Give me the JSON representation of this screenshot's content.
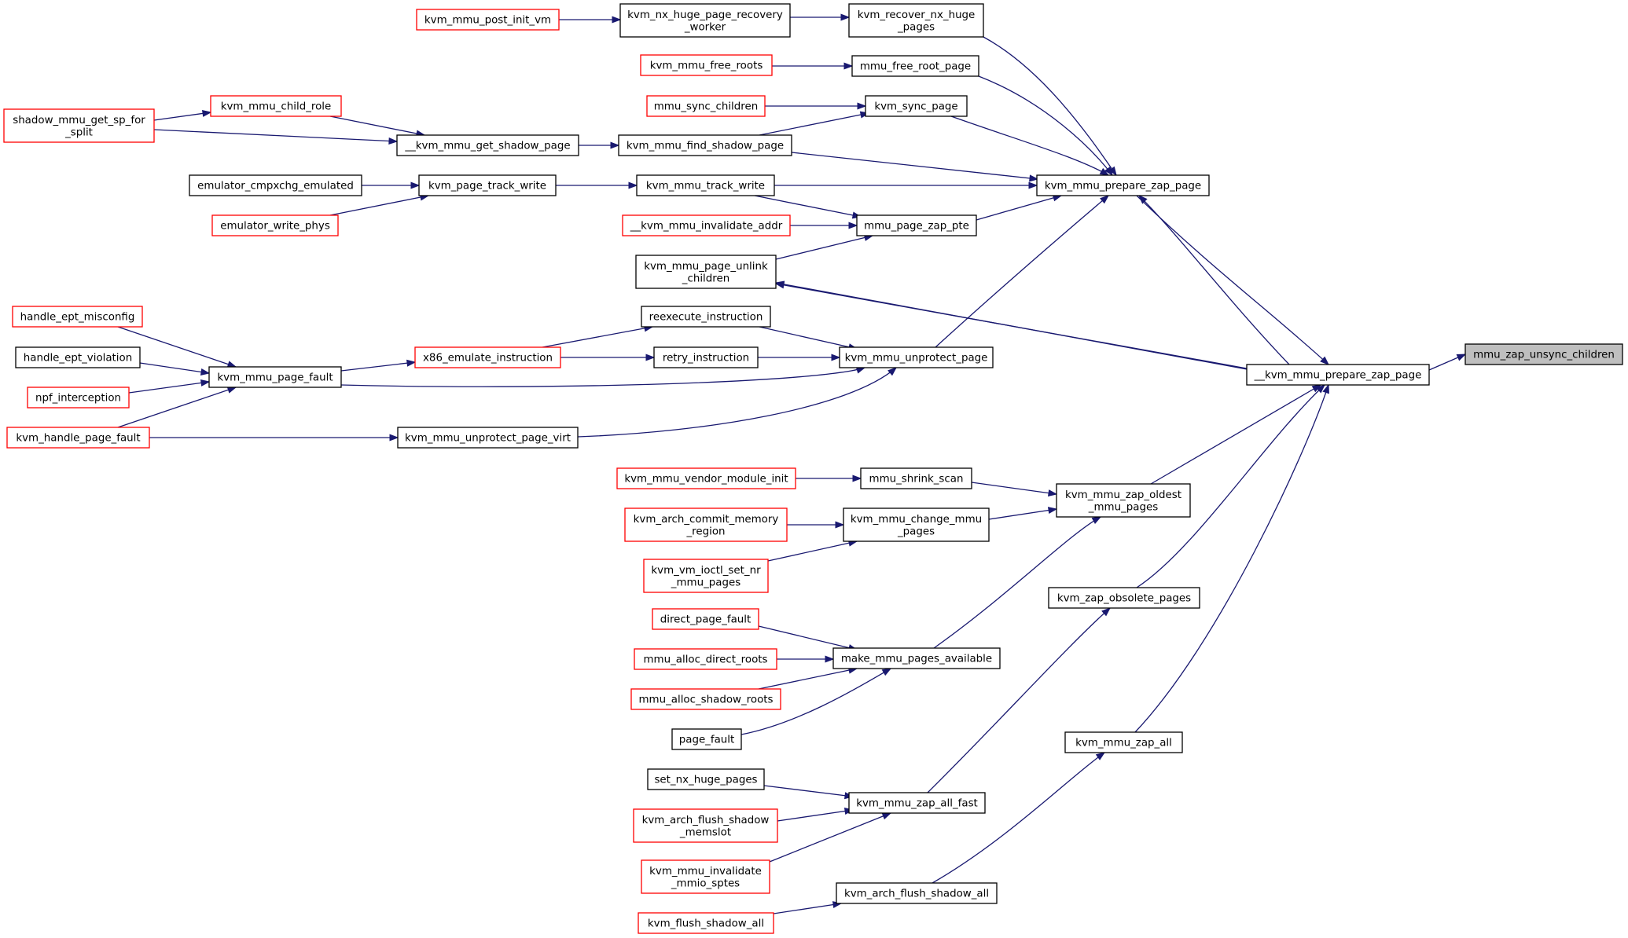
{
  "colors": {
    "edge": "#191970",
    "border_normal": "#000000",
    "border_truncated": "#ff0000",
    "root_fill": "#bfbfbf",
    "node_fill": "#ffffff"
  },
  "nodes": {
    "n_root": {
      "lines": [
        "mmu_zap_unsync_children"
      ],
      "kind": "root"
    },
    "n_prep_dunder": {
      "lines": [
        "__kvm_mmu_prepare_zap_page"
      ],
      "kind": "normal"
    },
    "n_prep": {
      "lines": [
        "kvm_mmu_prepare_zap_page"
      ],
      "kind": "normal"
    },
    "n_unlink": {
      "lines": [
        "kvm_mmu_page_unlink",
        "_children"
      ],
      "kind": "normal"
    },
    "n_zap_oldest": {
      "lines": [
        "kvm_mmu_zap_oldest",
        "_mmu_pages"
      ],
      "kind": "normal"
    },
    "n_zap_obsolete": {
      "lines": [
        "kvm_zap_obsolete_pages"
      ],
      "kind": "normal"
    },
    "n_zap_all": {
      "lines": [
        "kvm_mmu_zap_all"
      ],
      "kind": "normal"
    },
    "n_recover": {
      "lines": [
        "kvm_recover_nx_huge",
        "_pages"
      ],
      "kind": "normal"
    },
    "n_nx_worker": {
      "lines": [
        "kvm_nx_huge_page_recovery",
        "_worker"
      ],
      "kind": "normal"
    },
    "n_post_init": {
      "lines": [
        "kvm_mmu_post_init_vm"
      ],
      "kind": "truncated"
    },
    "n_free_root": {
      "lines": [
        "mmu_free_root_page"
      ],
      "kind": "normal"
    },
    "n_free_roots": {
      "lines": [
        "kvm_mmu_free_roots"
      ],
      "kind": "truncated"
    },
    "n_sync_page": {
      "lines": [
        "kvm_sync_page"
      ],
      "kind": "normal"
    },
    "n_sync_children": {
      "lines": [
        "mmu_sync_children"
      ],
      "kind": "truncated"
    },
    "n_find_shadow": {
      "lines": [
        "kvm_mmu_find_shadow_page"
      ],
      "kind": "normal"
    },
    "n_get_shadow": {
      "lines": [
        "__kvm_mmu_get_shadow_page"
      ],
      "kind": "normal"
    },
    "n_child_role": {
      "lines": [
        "kvm_mmu_child_role"
      ],
      "kind": "truncated"
    },
    "n_sp_split": {
      "lines": [
        "shadow_mmu_get_sp_for",
        "_split"
      ],
      "kind": "truncated"
    },
    "n_track_write": {
      "lines": [
        "kvm_mmu_track_write"
      ],
      "kind": "normal"
    },
    "n_pt_write": {
      "lines": [
        "kvm_page_track_write"
      ],
      "kind": "normal"
    },
    "n_cmpxchg": {
      "lines": [
        "emulator_cmpxchg_emulated"
      ],
      "kind": "normal"
    },
    "n_write_phys": {
      "lines": [
        "emulator_write_phys"
      ],
      "kind": "truncated"
    },
    "n_zap_pte": {
      "lines": [
        "mmu_page_zap_pte"
      ],
      "kind": "normal"
    },
    "n_inval_addr": {
      "lines": [
        "__kvm_mmu_invalidate_addr"
      ],
      "kind": "truncated"
    },
    "n_unprotect": {
      "lines": [
        "kvm_mmu_unprotect_page"
      ],
      "kind": "normal"
    },
    "n_reexec": {
      "lines": [
        "reexecute_instruction"
      ],
      "kind": "normal"
    },
    "n_retry": {
      "lines": [
        "retry_instruction"
      ],
      "kind": "normal"
    },
    "n_x86_emul": {
      "lines": [
        "x86_emulate_instruction"
      ],
      "kind": "truncated"
    },
    "n_page_fault": {
      "lines": [
        "kvm_mmu_page_fault"
      ],
      "kind": "normal"
    },
    "n_ept_misc": {
      "lines": [
        "handle_ept_misconfig"
      ],
      "kind": "truncated"
    },
    "n_ept_viol": {
      "lines": [
        "handle_ept_violation"
      ],
      "kind": "normal"
    },
    "n_npf": {
      "lines": [
        "npf_interception"
      ],
      "kind": "truncated"
    },
    "n_handle_pf": {
      "lines": [
        "kvm_handle_page_fault"
      ],
      "kind": "truncated"
    },
    "n_unprot_virt": {
      "lines": [
        "kvm_mmu_unprotect_page_virt"
      ],
      "kind": "normal"
    },
    "n_shrink": {
      "lines": [
        "mmu_shrink_scan"
      ],
      "kind": "normal"
    },
    "n_vendor_init": {
      "lines": [
        "kvm_mmu_vendor_module_init"
      ],
      "kind": "truncated"
    },
    "n_change_mmu": {
      "lines": [
        "kvm_mmu_change_mmu",
        "_pages"
      ],
      "kind": "normal"
    },
    "n_commit_mem": {
      "lines": [
        "kvm_arch_commit_memory",
        "_region"
      ],
      "kind": "truncated"
    },
    "n_ioctl_nr": {
      "lines": [
        "kvm_vm_ioctl_set_nr",
        "_mmu_pages"
      ],
      "kind": "truncated"
    },
    "n_make_avail": {
      "lines": [
        "make_mmu_pages_available"
      ],
      "kind": "normal"
    },
    "n_direct_pf": {
      "lines": [
        "direct_page_fault"
      ],
      "kind": "truncated"
    },
    "n_alloc_direct": {
      "lines": [
        "mmu_alloc_direct_roots"
      ],
      "kind": "truncated"
    },
    "n_alloc_shadow": {
      "lines": [
        "mmu_alloc_shadow_roots"
      ],
      "kind": "truncated"
    },
    "n_page_fault2": {
      "lines": [
        "page_fault"
      ],
      "kind": "normal"
    },
    "n_zap_all_fast": {
      "lines": [
        "kvm_mmu_zap_all_fast"
      ],
      "kind": "normal"
    },
    "n_set_nx": {
      "lines": [
        "set_nx_huge_pages"
      ],
      "kind": "normal"
    },
    "n_flush_memslot": {
      "lines": [
        "kvm_arch_flush_shadow",
        "_memslot"
      ],
      "kind": "truncated"
    },
    "n_inval_mmio": {
      "lines": [
        "kvm_mmu_invalidate",
        "_mmio_sptes"
      ],
      "kind": "truncated"
    },
    "n_flush_all_arch": {
      "lines": [
        "kvm_arch_flush_shadow_all"
      ],
      "kind": "normal"
    },
    "n_flush_all": {
      "lines": [
        "kvm_flush_shadow_all"
      ],
      "kind": "truncated"
    }
  },
  "edges": [
    [
      "n_prep_dunder",
      "n_root"
    ],
    [
      "n_prep",
      "n_prep_dunder"
    ],
    [
      "n_unlink",
      "n_prep_dunder"
    ],
    [
      "n_zap_oldest",
      "n_prep_dunder"
    ],
    [
      "n_zap_obsolete",
      "n_prep_dunder"
    ],
    [
      "n_zap_all",
      "n_prep_dunder"
    ],
    [
      "n_recover",
      "n_prep"
    ],
    [
      "n_free_root",
      "n_prep"
    ],
    [
      "n_sync_page",
      "n_prep"
    ],
    [
      "n_find_shadow",
      "n_prep"
    ],
    [
      "n_track_write",
      "n_prep"
    ],
    [
      "n_zap_pte",
      "n_prep"
    ],
    [
      "n_unprotect",
      "n_prep"
    ],
    [
      "n_prep_dunder",
      "n_prep"
    ],
    [
      "n_nx_worker",
      "n_recover"
    ],
    [
      "n_post_init",
      "n_nx_worker"
    ],
    [
      "n_free_roots",
      "n_free_root"
    ],
    [
      "n_sync_children",
      "n_sync_page"
    ],
    [
      "n_find_shadow",
      "n_sync_page"
    ],
    [
      "n_get_shadow",
      "n_find_shadow"
    ],
    [
      "n_child_role",
      "n_get_shadow"
    ],
    [
      "n_sp_split",
      "n_get_shadow"
    ],
    [
      "n_sp_split",
      "n_child_role"
    ],
    [
      "n_pt_write",
      "n_track_write"
    ],
    [
      "n_cmpxchg",
      "n_pt_write"
    ],
    [
      "n_write_phys",
      "n_pt_write"
    ],
    [
      "n_track_write",
      "n_zap_pte"
    ],
    [
      "n_inval_addr",
      "n_zap_pte"
    ],
    [
      "n_unlink",
      "n_zap_pte"
    ],
    [
      "n_prep_dunder",
      "n_unlink"
    ],
    [
      "n_reexec",
      "n_unprotect"
    ],
    [
      "n_retry",
      "n_unprotect"
    ],
    [
      "n_page_fault",
      "n_unprotect"
    ],
    [
      "n_unprot_virt",
      "n_unprotect"
    ],
    [
      "n_x86_emul",
      "n_reexec"
    ],
    [
      "n_x86_emul",
      "n_retry"
    ],
    [
      "n_page_fault",
      "n_x86_emul"
    ],
    [
      "n_ept_misc",
      "n_page_fault"
    ],
    [
      "n_ept_viol",
      "n_page_fault"
    ],
    [
      "n_npf",
      "n_page_fault"
    ],
    [
      "n_handle_pf",
      "n_page_fault"
    ],
    [
      "n_handle_pf",
      "n_unprot_virt"
    ],
    [
      "n_shrink",
      "n_zap_oldest"
    ],
    [
      "n_change_mmu",
      "n_zap_oldest"
    ],
    [
      "n_make_avail",
      "n_zap_oldest"
    ],
    [
      "n_vendor_init",
      "n_shrink"
    ],
    [
      "n_commit_mem",
      "n_change_mmu"
    ],
    [
      "n_ioctl_nr",
      "n_change_mmu"
    ],
    [
      "n_direct_pf",
      "n_make_avail"
    ],
    [
      "n_alloc_direct",
      "n_make_avail"
    ],
    [
      "n_alloc_shadow",
      "n_make_avail"
    ],
    [
      "n_page_fault2",
      "n_make_avail"
    ],
    [
      "n_zap_all_fast",
      "n_zap_obsolete"
    ],
    [
      "n_set_nx",
      "n_zap_all_fast"
    ],
    [
      "n_flush_memslot",
      "n_zap_all_fast"
    ],
    [
      "n_inval_mmio",
      "n_zap_all_fast"
    ],
    [
      "n_flush_all_arch",
      "n_zap_all"
    ],
    [
      "n_flush_all",
      "n_flush_all_arch"
    ]
  ]
}
